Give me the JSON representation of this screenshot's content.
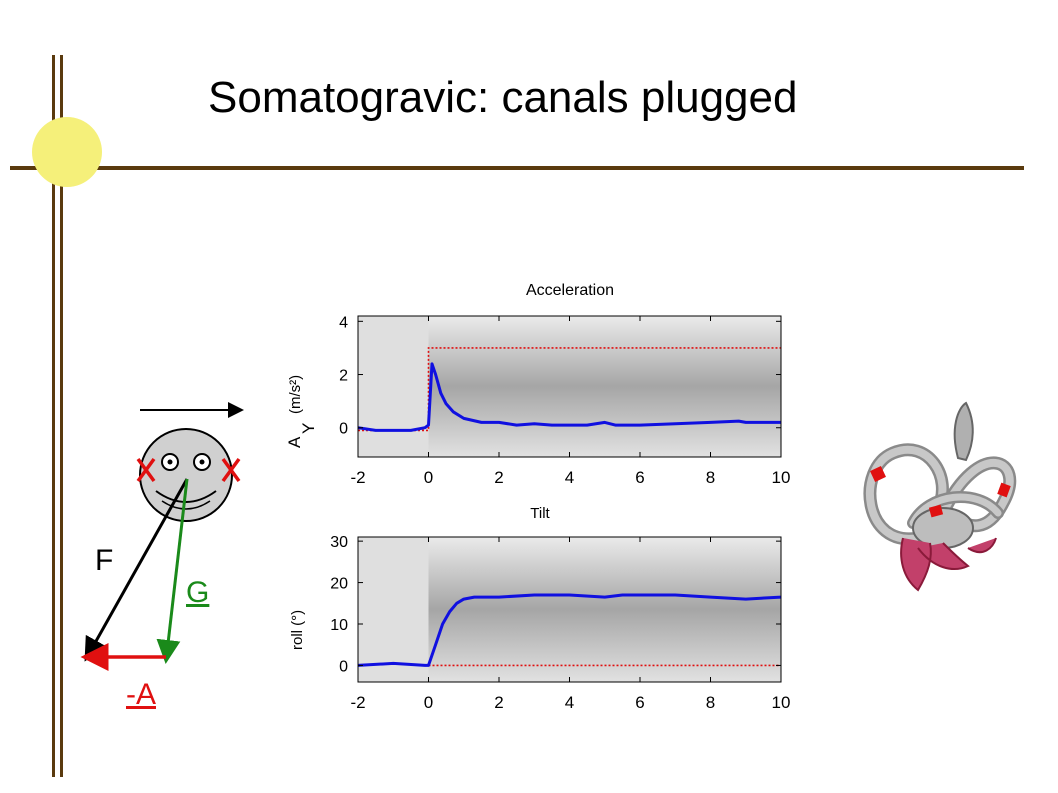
{
  "slide": {
    "title": "Somatogravic: canals plugged"
  },
  "diagram": {
    "label_F": "F",
    "label_G": "G",
    "label_A": "-A",
    "colors": {
      "F": "#000000",
      "G": "#1a8a1a",
      "A": "#e01010",
      "canal_mark": "#e01010"
    }
  },
  "colors": {
    "frame": "#5a3a0e",
    "sun": "#f5f07a",
    "curve": "#1010e0",
    "reference": "#e01010"
  },
  "chart_data": [
    {
      "type": "line",
      "title": "Acceleration",
      "ylabel_main": "A",
      "ylabel_sub": "Y",
      "ylabel_unit": "(m/s²)",
      "xlim": [
        -2,
        10
      ],
      "ylim": [
        -1.1,
        4.2
      ],
      "xticks": [
        "-2",
        "0",
        "2",
        "4",
        "6",
        "8",
        "10"
      ],
      "yticks": [
        "0",
        "2",
        "4"
      ],
      "series": [
        {
          "x": [
            -2,
            -1.5,
            -1,
            -0.5,
            -0.1,
            0,
            0.1,
            0.2,
            0.35,
            0.5,
            0.7,
            1,
            1.5,
            2,
            2.5,
            3,
            3.5,
            4,
            4.5,
            5,
            5.3,
            6,
            7,
            8,
            8.8,
            9,
            10
          ],
          "y": [
            0.0,
            -0.1,
            -0.1,
            -0.1,
            0.0,
            0.1,
            2.4,
            2.0,
            1.3,
            0.9,
            0.6,
            0.35,
            0.2,
            0.2,
            0.1,
            0.15,
            0.1,
            0.1,
            0.1,
            0.2,
            0.1,
            0.1,
            0.15,
            0.2,
            0.25,
            0.2,
            0.2
          ]
        },
        {
          "x": [
            -2,
            0,
            0,
            10
          ],
          "y": [
            -0.1,
            -0.1,
            3.0,
            3.0
          ]
        }
      ]
    },
    {
      "type": "line",
      "title": "Tilt",
      "ylabel": "roll (°)",
      "xlim": [
        -2,
        10
      ],
      "ylim": [
        -4,
        31
      ],
      "xticks": [
        "-2",
        "0",
        "2",
        "4",
        "6",
        "8",
        "10"
      ],
      "yticks": [
        "0",
        "10",
        "20",
        "30"
      ],
      "series": [
        {
          "x": [
            -2,
            -1,
            -0.1,
            0,
            0.2,
            0.4,
            0.6,
            0.8,
            1,
            1.3,
            1.6,
            2,
            3,
            3.5,
            4,
            5,
            5.5,
            6,
            7,
            8,
            9,
            10
          ],
          "y": [
            0,
            0.5,
            0,
            0,
            5,
            10,
            13,
            15,
            16,
            16.5,
            16.5,
            16.5,
            17,
            17,
            17,
            16.5,
            17,
            17,
            17,
            16.5,
            16,
            16.5
          ]
        },
        {
          "x": [
            0,
            10
          ],
          "y": [
            0,
            0
          ]
        }
      ]
    }
  ]
}
